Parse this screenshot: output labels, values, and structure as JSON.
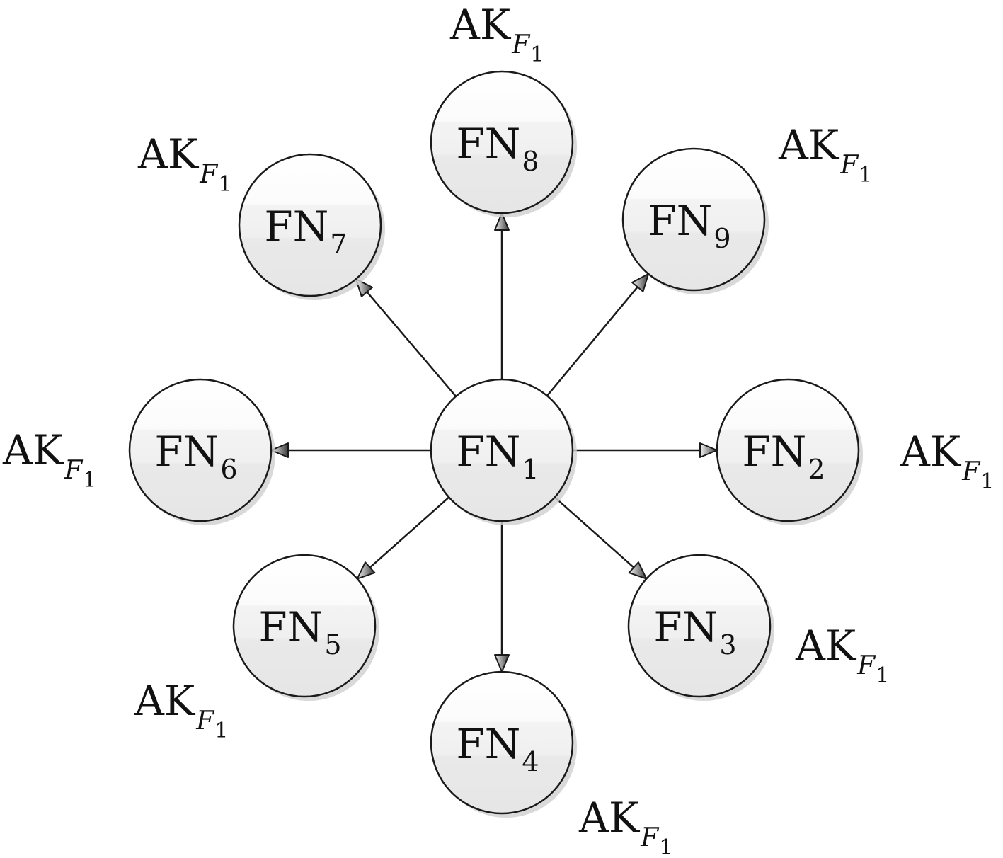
{
  "diagram": {
    "center_node": "FN1",
    "nodes": [
      {
        "id": "FN1",
        "base": "FN",
        "sub": "1"
      },
      {
        "id": "FN2",
        "base": "FN",
        "sub": "2",
        "ak_base": "AK",
        "ak_sub": "F",
        "ak_subsub": "1"
      },
      {
        "id": "FN3",
        "base": "FN",
        "sub": "3",
        "ak_base": "AK",
        "ak_sub": "F",
        "ak_subsub": "1"
      },
      {
        "id": "FN4",
        "base": "FN",
        "sub": "4",
        "ak_base": "AK",
        "ak_sub": "F",
        "ak_subsub": "1"
      },
      {
        "id": "FN5",
        "base": "FN",
        "sub": "5",
        "ak_base": "AK",
        "ak_sub": "F",
        "ak_subsub": "1"
      },
      {
        "id": "FN6",
        "base": "FN",
        "sub": "6",
        "ak_base": "AK",
        "ak_sub": "F",
        "ak_subsub": "1"
      },
      {
        "id": "FN7",
        "base": "FN",
        "sub": "7",
        "ak_base": "AK",
        "ak_sub": "F",
        "ak_subsub": "1"
      },
      {
        "id": "FN8",
        "base": "FN",
        "sub": "8",
        "ak_base": "AK",
        "ak_sub": "F",
        "ak_subsub": "1"
      },
      {
        "id": "FN9",
        "base": "FN",
        "sub": "9",
        "ak_base": "AK",
        "ak_sub": "F",
        "ak_subsub": "1"
      }
    ],
    "edges": [
      {
        "from": "FN1",
        "to": "FN2"
      },
      {
        "from": "FN1",
        "to": "FN3"
      },
      {
        "from": "FN1",
        "to": "FN4"
      },
      {
        "from": "FN1",
        "to": "FN5"
      },
      {
        "from": "FN1",
        "to": "FN6"
      },
      {
        "from": "FN1",
        "to": "FN7"
      },
      {
        "from": "FN1",
        "to": "FN8"
      },
      {
        "from": "FN1",
        "to": "FN9"
      }
    ],
    "colors": {
      "stroke": "#1a1a1a",
      "node_top": "#ffffff",
      "node_bottom": "#e6e6e6",
      "shadow": "#d0d0d0",
      "arrow_light": "#f2f2f2",
      "arrow_dark": "#3a3a3a"
    }
  }
}
